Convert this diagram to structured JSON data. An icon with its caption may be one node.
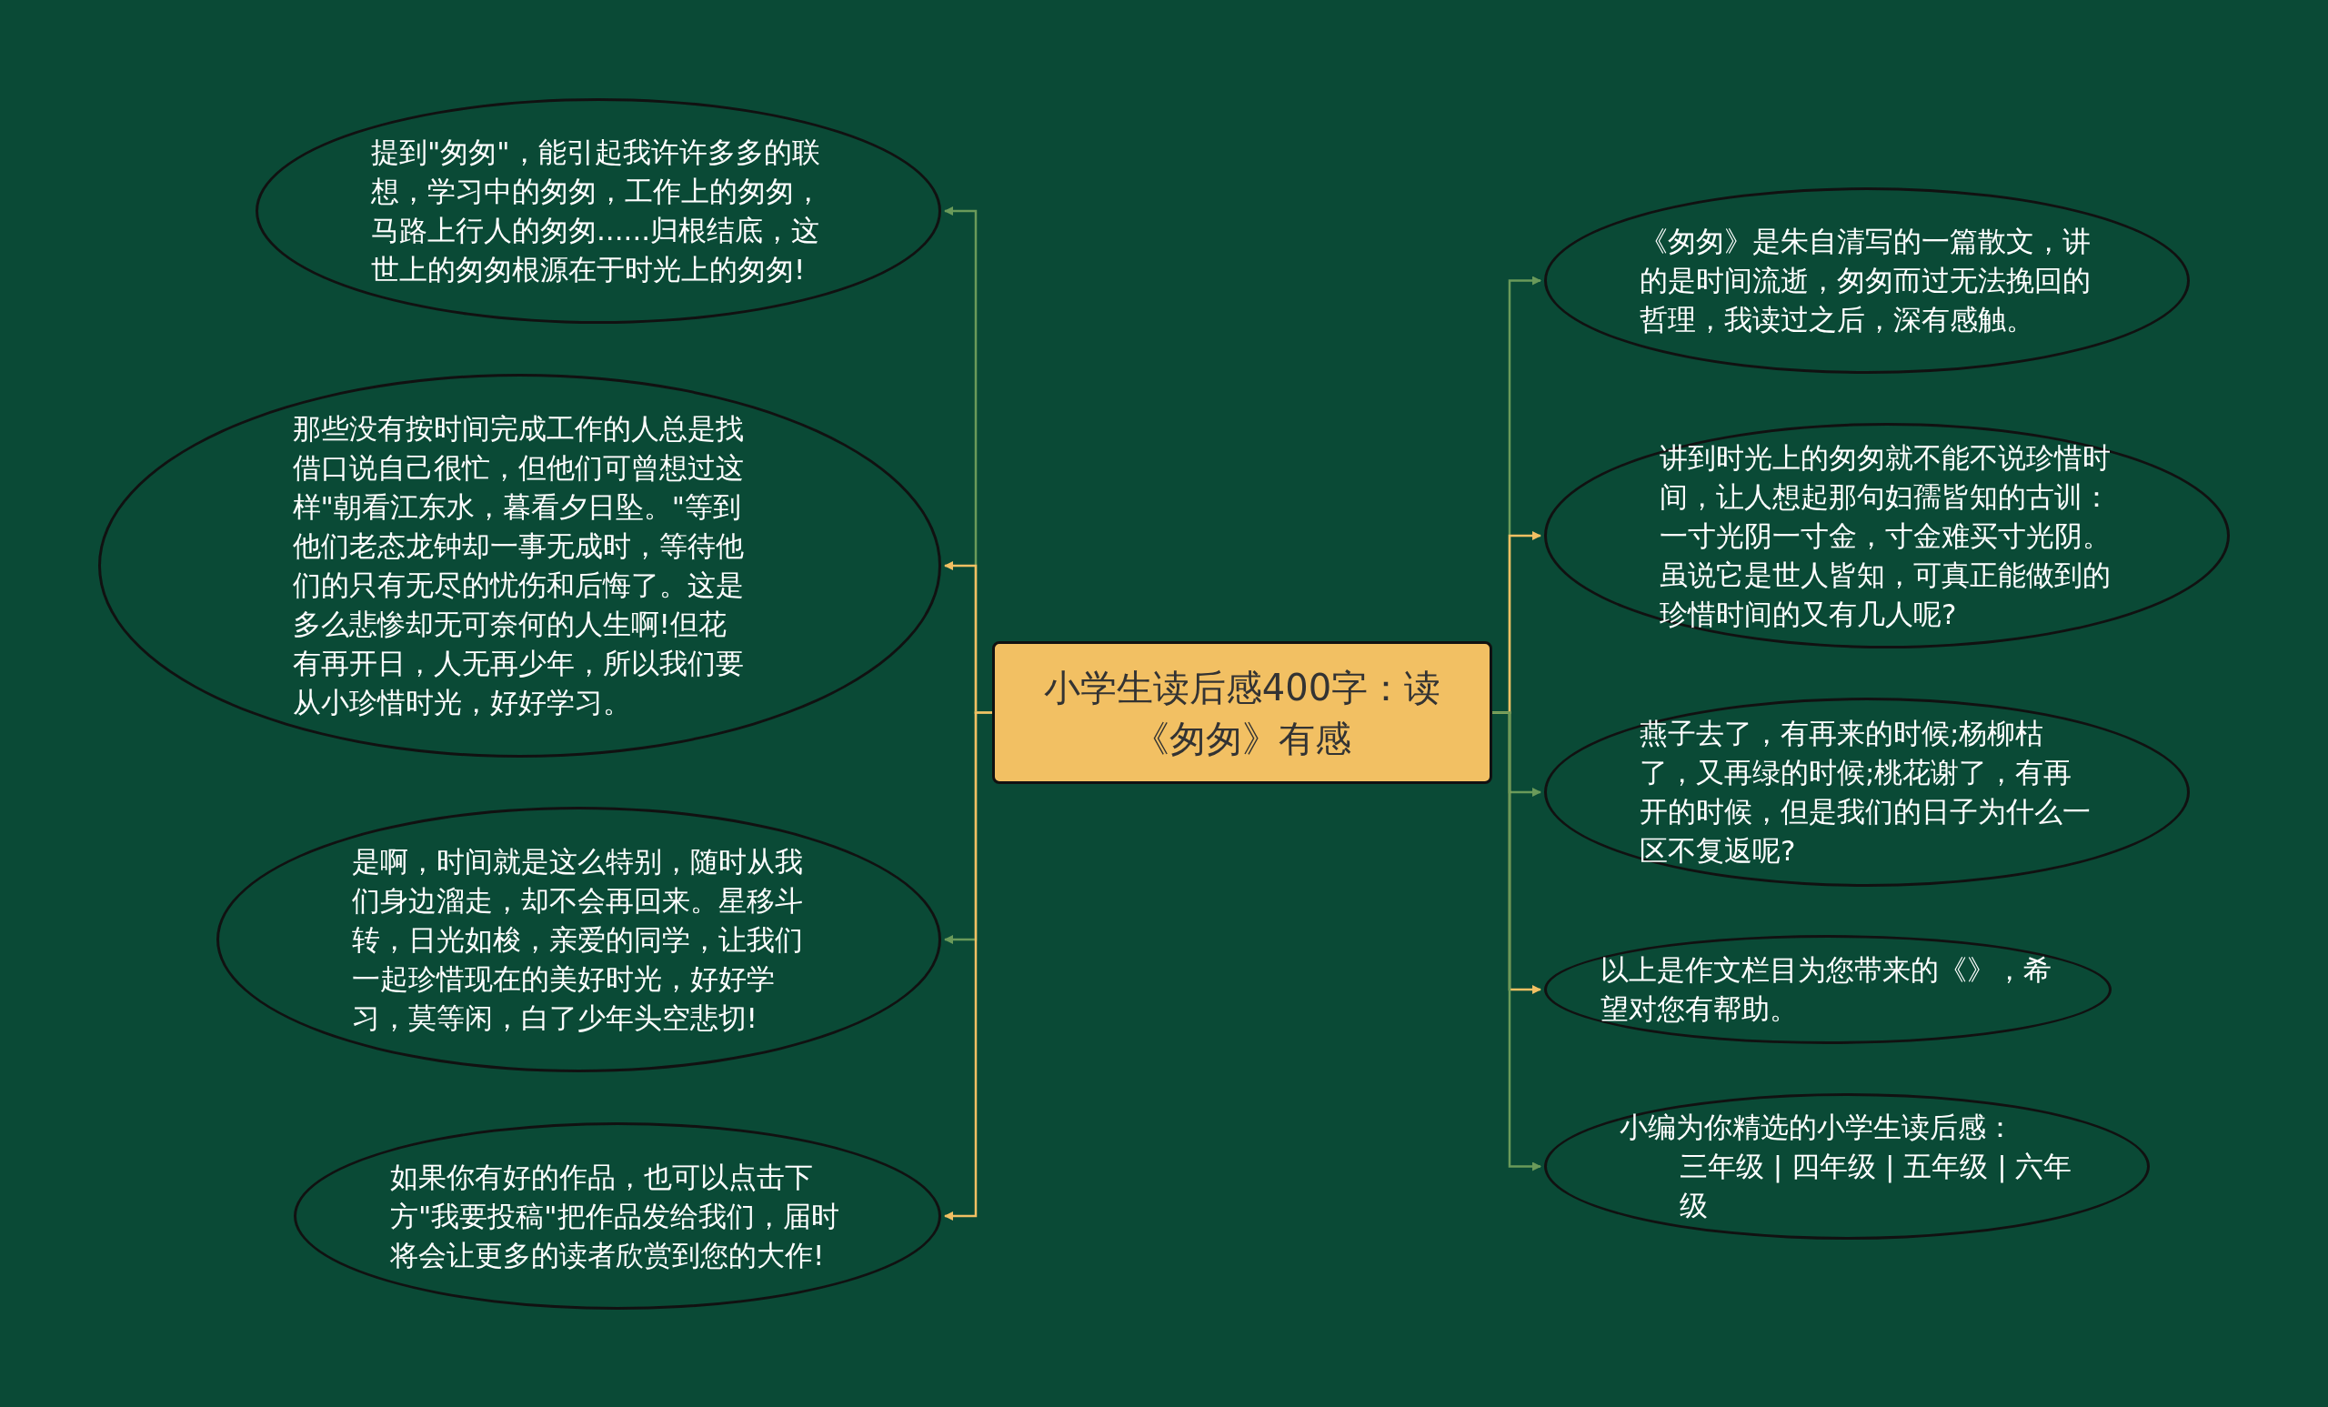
{
  "diagram": {
    "nodes": [
      {
        "text": [
          "小学生读后感400字：读《匆匆》有感"
        ]
      },
      {
        "text": [
          "提到\"匆匆\"，能引起我许许多多的联想，学习中的匆匆，工作上的匆匆，马路上行人的匆匆......归根结底，这世上的匆匆根源在于时光上的匆匆!"
        ]
      },
      {
        "text": [
          "那些没有按时间完成工作的人总是找借口说自己很忙，但他们可曾想过这样\"朝看江东水，暮看夕日坠。\"等到他们老态龙钟却一事无成时，等待他们的只有无尽的忧伤和后悔了。这是多么悲惨却无可奈何的人生啊!但花有再开日，人无再少年，所以我们要从小珍惜时光，好好学习。"
        ]
      },
      {
        "text": [
          "是啊，时间就是这么特别，随时从我们身边溜走，却不会再回来。星移斗转，日光如梭，亲爱的同学，让我们一起珍惜现在的美好时光，好好学习，莫等闲，白了少年头空悲切!"
        ]
      },
      {
        "text": [
          "如果你有好的作品，也可以点击下方\"我要投稿\"把作品发给我们，届时将会让更多的读者欣赏到您的大作!"
        ]
      },
      {
        "text": [
          "《匆匆》是朱自清写的一篇散文，讲的是时间流逝，匆匆而过无法挽回的哲理，我读过之后，深有感触。"
        ]
      },
      {
        "text": [
          "讲到时光上的匆匆就不能不说珍惜时间，让人想起那句妇孺皆知的古训：一寸光阴一寸金，寸金难买寸光阴。虽说它是世人皆知，可真正能做到的珍惜时间的又有几人呢?"
        ]
      },
      {
        "text": [
          "燕子去了，有再来的时候;杨柳枯了，又再绿的时候;桃花谢了，有再开的时候，但是我们的日子为什么一区不复返呢?"
        ]
      },
      {
        "text": [
          "以上是作文栏目为您带来的《》，希望对您有帮助。"
        ]
      },
      {
        "text": [
          "小编为你精选的小学生读后感：",
          "三年级 | 四年级 | 五年级 | 六年级"
        ]
      }
    ],
    "edges": [
      {
        "from": 0,
        "to": 1,
        "arrow": "to"
      },
      {
        "from": 0,
        "to": 2,
        "arrow": "to",
        "color": "#f2c063"
      },
      {
        "from": 0,
        "to": 3,
        "arrow": "to"
      },
      {
        "from": 0,
        "to": 4,
        "arrow": "to",
        "color": "#f2c063"
      },
      {
        "from": 0,
        "to": 5,
        "arrow": "to"
      },
      {
        "from": 0,
        "to": 6,
        "arrow": "to",
        "color": "#f2c063"
      },
      {
        "from": 0,
        "to": 7,
        "arrow": "to"
      },
      {
        "from": 0,
        "to": 8,
        "arrow": "to",
        "color": "#f2c063"
      },
      {
        "from": 0,
        "to": 9,
        "arrow": "to"
      }
    ]
  }
}
